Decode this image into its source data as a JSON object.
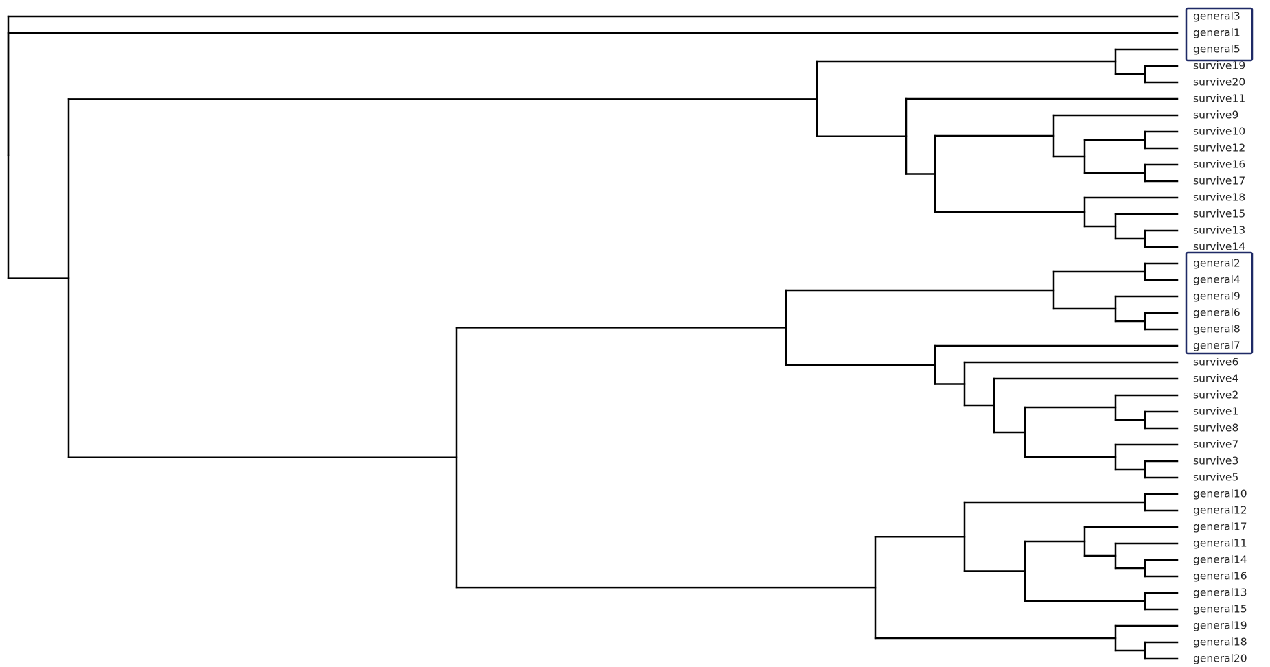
{
  "diagram": {
    "type": "dendrogram",
    "highlight_color": "#1f2a66",
    "highlighted_groups": [
      [
        "general3",
        "general1",
        "general5"
      ],
      [
        "general2",
        "general4",
        "general9",
        "general6",
        "general8",
        "general7"
      ]
    ],
    "leaves": [
      "general3",
      "general1",
      "general5",
      "survive19",
      "survive20",
      "survive11",
      "survive9",
      "survive10",
      "survive12",
      "survive16",
      "survive17",
      "survive18",
      "survive15",
      "survive13",
      "survive14",
      "general2",
      "general4",
      "general9",
      "general6",
      "general8",
      "general7",
      "survive6",
      "survive4",
      "survive2",
      "survive1",
      "survive8",
      "survive7",
      "survive3",
      "survive5",
      "general10",
      "general12",
      "general17",
      "general11",
      "general14",
      "general16",
      "general13",
      "general15",
      "general19",
      "general18",
      "general20"
    ]
  }
}
